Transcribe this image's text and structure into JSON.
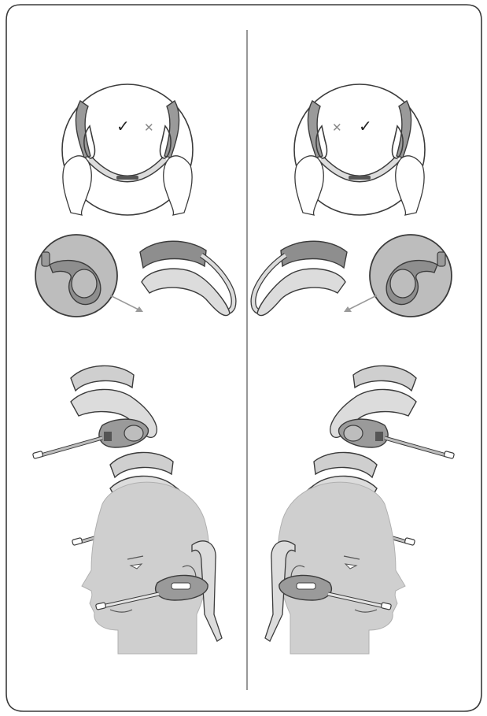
{
  "colors": {
    "frame_stroke": "#3a3a3a",
    "divider": "#555555",
    "outline": "#3c3c3c",
    "pad_dark": "#8e8e8e",
    "pad_mid": "#bdbdbd",
    "band_fill": "#dcdcdc",
    "magnifier_fill": "#bdbdbd",
    "head_fill": "#cfcfcf",
    "arrow": "#9a9a9a",
    "check_mark": "#222222",
    "cross_mark": "#8a8a8a"
  },
  "marks": {
    "check": "✓",
    "cross": "✕"
  },
  "panels": [
    {
      "side": "left",
      "steps": [
        "grip-headband",
        "fit-ear-loop",
        "attach-headset",
        "place-on-head",
        "worn-on-head"
      ]
    },
    {
      "side": "right",
      "steps": [
        "grip-headband",
        "fit-ear-loop",
        "attach-headset",
        "place-on-head",
        "worn-on-head"
      ]
    }
  ]
}
